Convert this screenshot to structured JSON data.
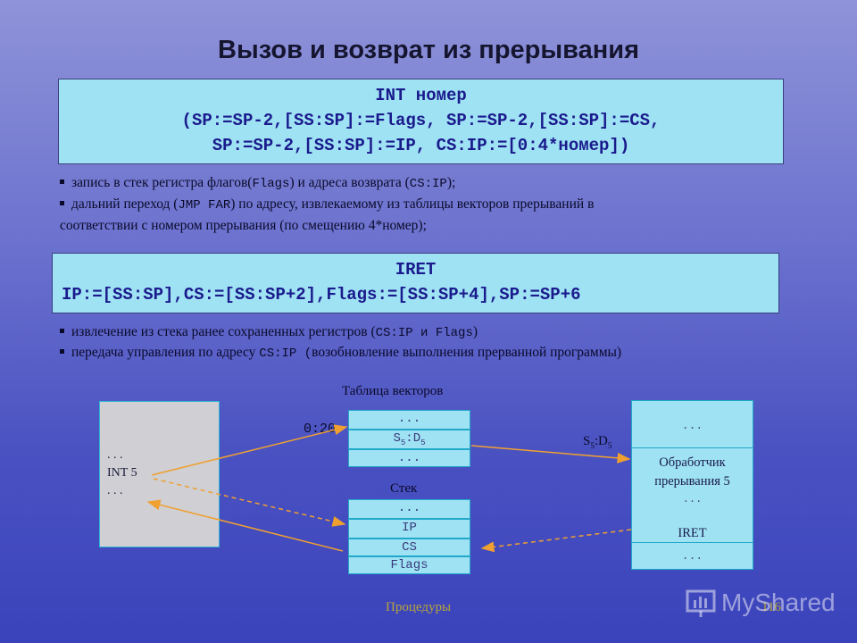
{
  "title": "Вызов и возврат из прерывания",
  "int_box": {
    "line1": "INT номер",
    "line2": "(SP:=SP-2,[SS:SP]:=Flags, SP:=SP-2,[SS:SP]:=CS,",
    "line3": "SP:=SP-2,[SS:SP]:=IP, CS:IP:=[0:4*номер])"
  },
  "bullets_int": {
    "b1_pre": "запись в стек регистра флагов(",
    "b1_code1": "Flags",
    "b1_mid": ") и адреса возврата (",
    "b1_code2": "CS:IP",
    "b1_post": ");",
    "b2_pre": "дальний переход (",
    "b2_code": "JMP FAR",
    "b2_post": ") по адресу, извлекаемому из таблицы векторов прерываний в",
    "b2_line2": "соответствии с номером прерывания (по смещению 4*номер);"
  },
  "iret_box": {
    "line1": "IRET",
    "line2": "IP:=[SS:SP],CS:=[SS:SP+2],Flags:=[SS:SP+4],SP:=SP+6"
  },
  "bullets_iret": {
    "b1_pre": "извлечение из стека ранее сохраненных регистров (",
    "b1_code": "CS:IP и Flags",
    "b1_post": ")",
    "b2_pre": "передача управления по адресу ",
    "b2_code": "CS:IP (",
    "b2_post": "возобновление выполнения прерванной программы)"
  },
  "diagram": {
    "program": {
      "dots1": ". . .",
      "int": "INT 5",
      "dots2": ". . ."
    },
    "vector_table_label": "Таблица векторов",
    "vector_address": "0:20",
    "vector_cells": [
      "...",
      "S5:D5",
      "..."
    ],
    "stack_label": "Стек",
    "stack_cells": [
      "...",
      "IP",
      "CS",
      "Flags"
    ],
    "handler_address": "S5:D5",
    "handler": {
      "dots_top": "...",
      "name_line1": "Обработчик",
      "name_line2": "прерывания 5",
      "dots_mid": "...",
      "iret": "IRET",
      "dots_bottom": "..."
    }
  },
  "footer": "Процедуры",
  "page_number": "116",
  "watermark": "MyShared",
  "colors": {
    "arrow": "#f0a030",
    "box_fill": "#9ee2f4",
    "code_text": "#1a1a8c"
  }
}
